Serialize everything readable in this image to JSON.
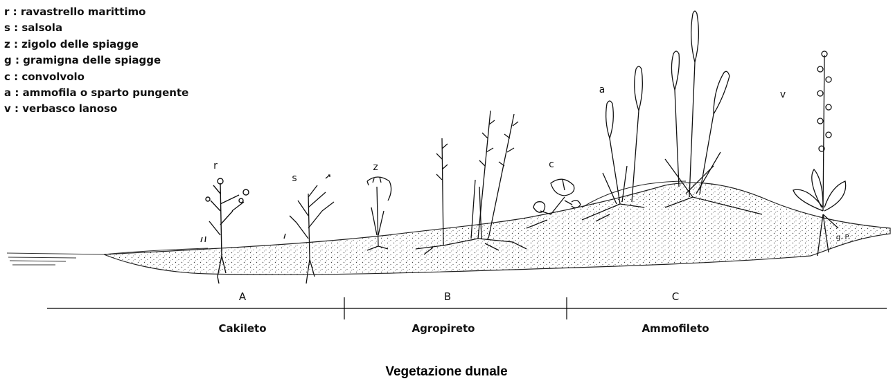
{
  "legend": [
    "r : ravastrello marittimo",
    "s : salsola",
    "z : zigolo delle spiagge",
    "g : gramigna delle spiagge",
    "c : convolvolo",
    "a : ammofila o sparto pungente",
    "v : verbasco lanoso"
  ],
  "plant_labels": {
    "r": "r",
    "s": "s",
    "z": "z",
    "c": "c",
    "a": "a",
    "v": "v"
  },
  "signature": "g. P.",
  "zones": [
    {
      "letter": "A",
      "name": "Cakileto"
    },
    {
      "letter": "B",
      "name": "Agropireto"
    },
    {
      "letter": "C",
      "name": "Ammofileto"
    }
  ],
  "caption": "Vegetazione dunale"
}
